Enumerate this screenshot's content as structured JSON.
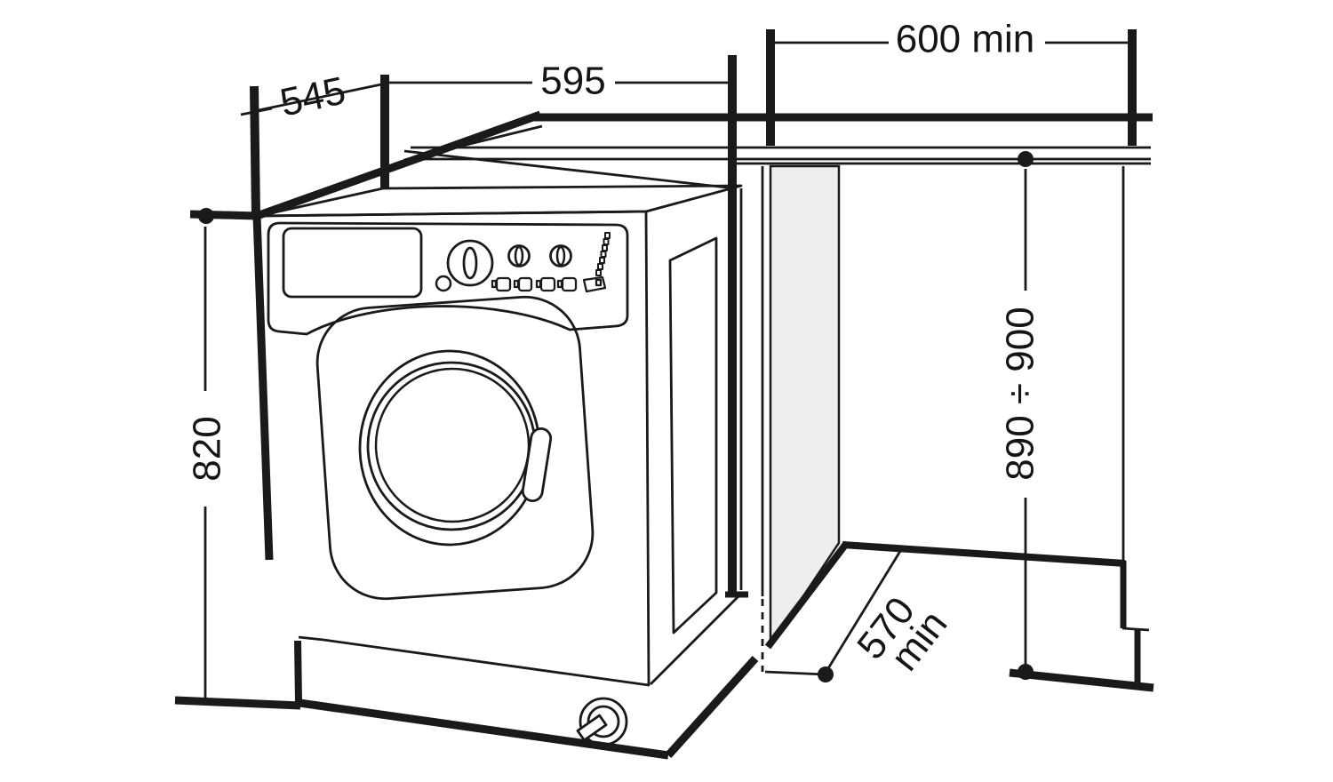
{
  "diagram": {
    "type": "washing-machine built-in installation dimensions",
    "colors": {
      "stroke": "#1a1a1a",
      "panel_shade": "#ededed",
      "background": "#ffffff"
    },
    "dimensions": {
      "depth_top": "545",
      "width_top": "595",
      "recess_width": "600 min",
      "height_left": "820",
      "recess_height": "890 ÷ 900",
      "recess_depth_value": "570",
      "recess_depth_unit": "min"
    }
  }
}
